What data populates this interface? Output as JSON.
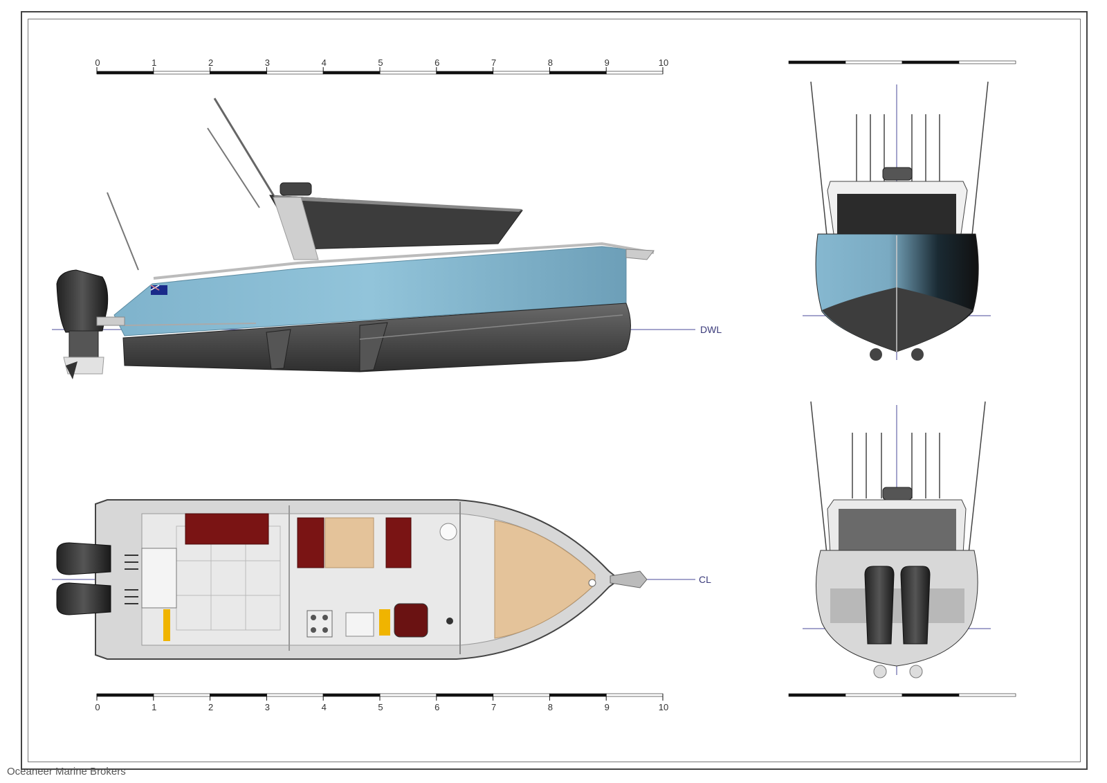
{
  "scale_bar": {
    "ticks": [
      "0",
      "1",
      "2",
      "3",
      "4",
      "5",
      "6",
      "7",
      "8",
      "9",
      "10"
    ],
    "segments": 10,
    "short_segments": 4
  },
  "labels": {
    "waterline": "DWL",
    "centerline": "CL"
  },
  "views": [
    "side-profile",
    "plan-view",
    "bow-view",
    "stern-view"
  ],
  "colors": {
    "hull_blue": "#8fc0d6",
    "hull_dark": "#4a4a4a",
    "cabin_dark": "#3c3c3c",
    "deck_grey": "#d9d9d9",
    "wood": "#e4c39a",
    "seat_red": "#7a1414",
    "accent_yellow": "#f0b400",
    "line_blue": "#4a4a9a"
  },
  "watermark": "Oceaneer Marine Brokers"
}
